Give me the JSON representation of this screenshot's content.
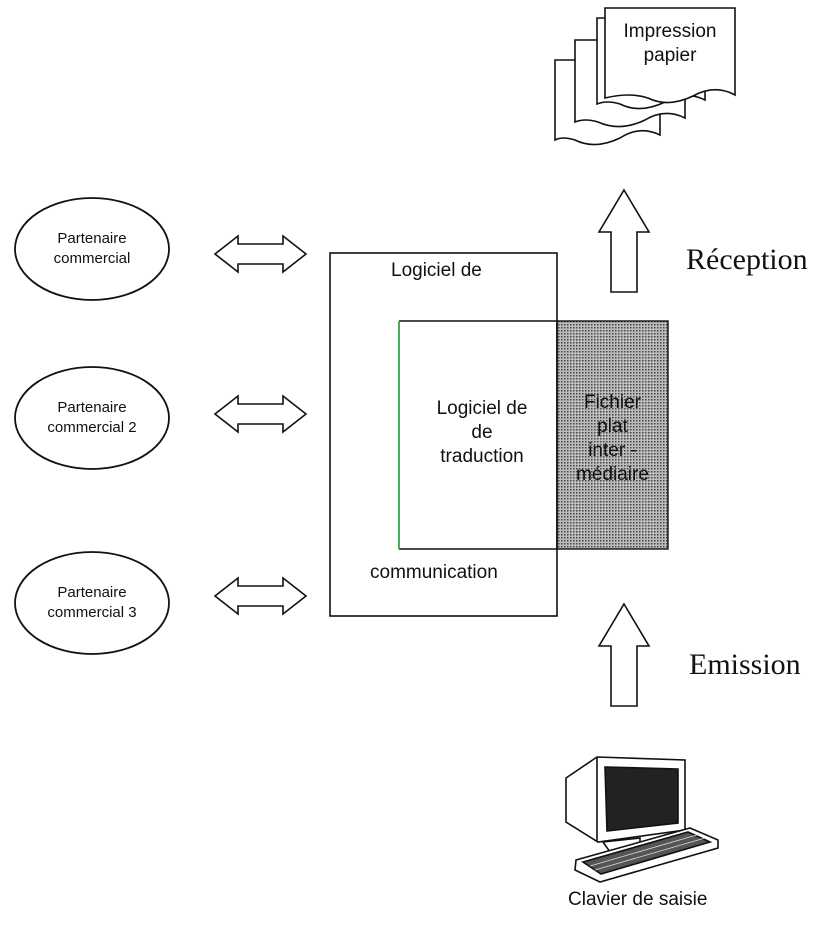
{
  "partners": [
    {
      "line1": "Partenaire",
      "line2": "commercial"
    },
    {
      "line1": "Partenaire",
      "line2": "commercial  2"
    },
    {
      "line1": "Partenaire",
      "line2": "commercial  3"
    }
  ],
  "comm_software": {
    "top": "Logiciel de",
    "bottom": "communication"
  },
  "translation_software": {
    "line1": "Logiciel de",
    "line2": "de",
    "line3": "traduction"
  },
  "flat_file": {
    "line1": "Fichier",
    "line2": "plat",
    "line3": "inter -",
    "line4": "médiaire"
  },
  "printout": {
    "line1": "Impression",
    "line2": "papier"
  },
  "reception_label": "Réception",
  "emission_label": "Emission",
  "keyboard_label": "Clavier de saisie",
  "colors": {
    "stroke": "#111111",
    "green_edge": "#2ea84a",
    "shade": "#8c8c8c"
  }
}
